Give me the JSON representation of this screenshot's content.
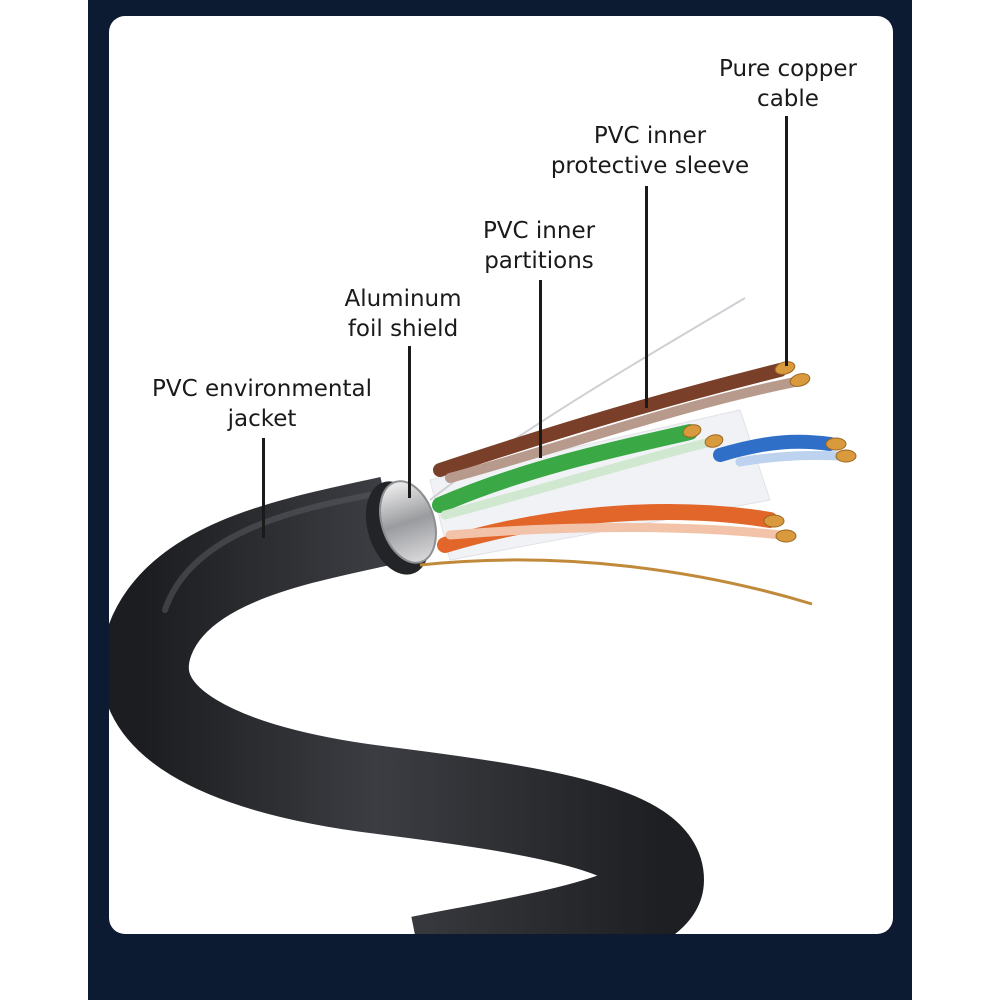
{
  "labels": [
    {
      "id": "pvc-jacket",
      "line1": "PVC environmental",
      "line2": "jacket"
    },
    {
      "id": "foil-shield",
      "line1": "Aluminum",
      "line2": "foil shield"
    },
    {
      "id": "inner-partitions",
      "line1": "PVC inner",
      "line2": "partitions"
    },
    {
      "id": "inner-sleeve",
      "line1": "PVC inner",
      "line2": "protective sleeve"
    },
    {
      "id": "copper-cable",
      "line1": "Pure copper",
      "line2": "cable"
    }
  ],
  "colors": {
    "frame": "#0d1b32",
    "card": "#ffffff",
    "jacket": "#2a2b2e",
    "brown_pair": "#7a3f28",
    "green_pair": "#3aa845",
    "blue_pair": "#2f6fc8",
    "orange_pair": "#e2652a",
    "copper": "#d99a3d",
    "foil": "#c8c9cc"
  }
}
